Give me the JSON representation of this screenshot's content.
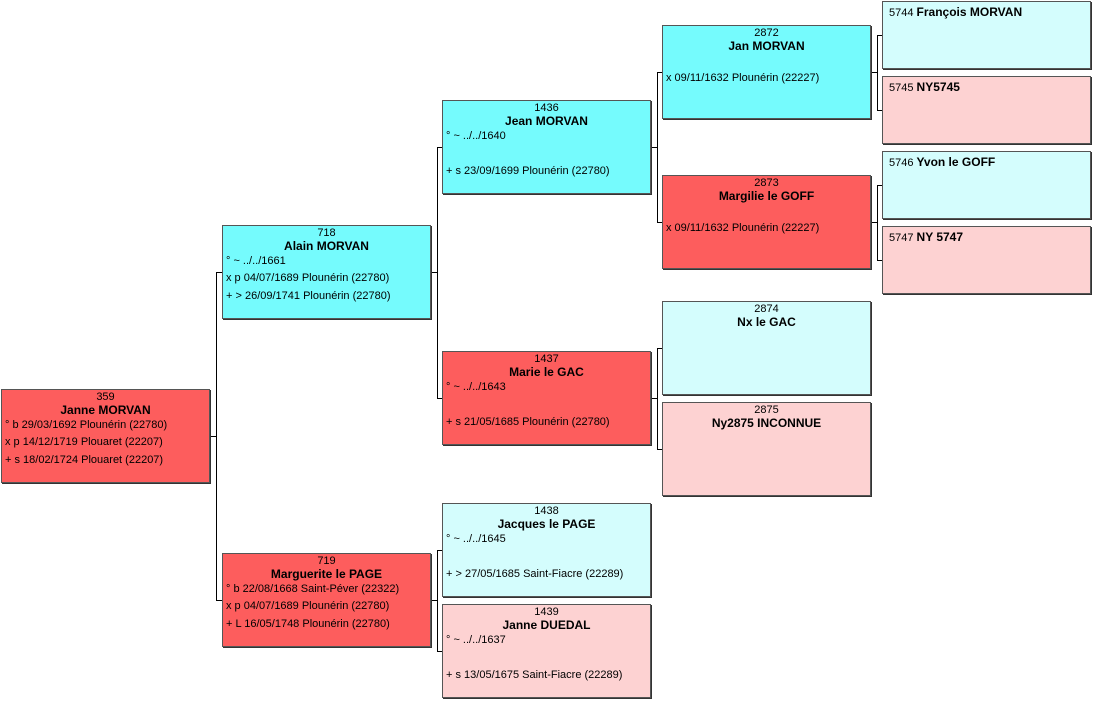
{
  "people": {
    "p359": {
      "num": "359",
      "name": "Janne MORVAN",
      "e1": "° b 29/03/1692 Plounérin (22780)",
      "e2": "x p 14/12/1719 Plouaret (22207)",
      "e3": "+ s 18/02/1724 Plouaret (22207)"
    },
    "p718": {
      "num": "718",
      "name": "Alain MORVAN",
      "e1": "° ~ ../../1661",
      "e2": "x p 04/07/1689 Plounérin (22780)",
      "e3": "+ > 26/09/1741 Plounérin (22780)"
    },
    "p719": {
      "num": "719",
      "name": "Marguerite le PAGE",
      "e1": "° b 22/08/1668 Saint-Péver (22322)",
      "e2": "x p 04/07/1689 Plounérin (22780)",
      "e3": "+ L 16/05/1748 Plounérin (22780)"
    },
    "p1436": {
      "num": "1436",
      "name": "Jean MORVAN",
      "e1": "° ~ ../../1640",
      "e2": "+ s 23/09/1699 Plounérin (22780)"
    },
    "p1437": {
      "num": "1437",
      "name": "Marie le GAC",
      "e1": "° ~ ../../1643",
      "e2": "+ s 21/05/1685 Plounérin (22780)"
    },
    "p1438": {
      "num": "1438",
      "name": "Jacques le PAGE",
      "e1": "° ~ ../../1645",
      "e2": "+ > 27/05/1685 Saint-Fiacre (22289)"
    },
    "p1439": {
      "num": "1439",
      "name": "Janne DUEDAL",
      "e1": "° ~ ../../1637",
      "e2": "+ s 13/05/1675 Saint-Fiacre (22289)"
    },
    "p2872": {
      "num": "2872",
      "name": "Jan MORVAN",
      "e1": "x 09/11/1632 Plounérin (22227)"
    },
    "p2873": {
      "num": "2873",
      "name": "Margilie le GOFF",
      "e1": "x 09/11/1632 Plounérin (22227)"
    },
    "p2874": {
      "num": "2874",
      "name": "Nx le GAC"
    },
    "p2875": {
      "num": "2875",
      "name": "Ny2875 INCONNUE"
    },
    "p5744": {
      "num": "5744",
      "name": "François MORVAN"
    },
    "p5745": {
      "num": "5745",
      "name": "NY5745"
    },
    "p5746": {
      "num": "5746",
      "name": "Yvon le GOFF"
    },
    "p5747": {
      "num": "5747",
      "name": "NY 5747"
    }
  },
  "colors": {
    "male_strong": "#75fbfd",
    "male_light": "#d4fdfd",
    "female_strong": "#fd5d5d",
    "female_light": "#fdd2d2",
    "connector": "#000000"
  }
}
